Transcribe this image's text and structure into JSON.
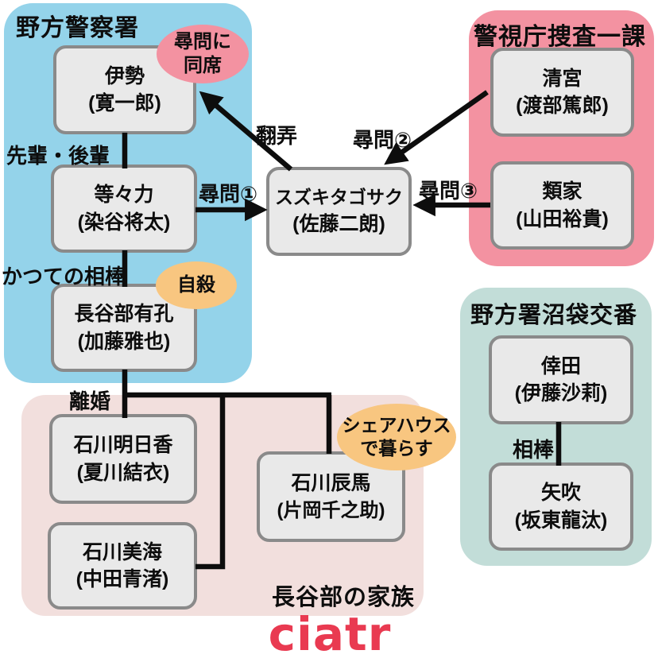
{
  "groups": {
    "nogata_police": {
      "title": "野方警察署",
      "color": "#94d3ea"
    },
    "mpd_investigation_div1": {
      "title": "警視庁捜査一課",
      "color": "#f392a1"
    },
    "numabukuro_koban": {
      "title": "野方署沼袋交番",
      "color": "#c2ddd8"
    },
    "hasebe_family": {
      "title": "長谷部の家族",
      "color": "#f2dfdd"
    }
  },
  "characters": {
    "ise": {
      "name": "伊勢",
      "actor": "(寛一郎)"
    },
    "todoroki": {
      "name": "等々力",
      "actor": "(染谷将太)"
    },
    "hasebe": {
      "name": "長谷部有孔",
      "actor": "(加藤雅也)"
    },
    "suzuki": {
      "name": "スズキタゴサク",
      "actor": "(佐藤二朗)"
    },
    "kiyomiya": {
      "name": "清宮",
      "actor": "(渡部篤郎)"
    },
    "ruike": {
      "name": "類家",
      "actor": "(山田裕貴)"
    },
    "kouda": {
      "name": "倖田",
      "actor": "(伊藤沙莉)"
    },
    "yabuki": {
      "name": "矢吹",
      "actor": "(坂東龍汰)"
    },
    "ishikawa_asuka": {
      "name": "石川明日香",
      "actor": "(夏川結衣)"
    },
    "ishikawa_miumi": {
      "name": "石川美海",
      "actor": "(中田青渚)"
    },
    "ishikawa_tatsuma": {
      "name": "石川辰馬",
      "actor": "(片岡千之助)"
    }
  },
  "badges": {
    "sit_in_interrogation": {
      "line1": "尋問に",
      "line2": "同席",
      "color": "#f392a1"
    },
    "suicide": {
      "text": "自殺",
      "color": "#f8c680"
    },
    "sharehouse": {
      "line1": "シェアハウス",
      "line2": "で暮らす",
      "color": "#f8c680"
    }
  },
  "relation_labels": {
    "senpai_kohai": "先輩・後輩",
    "katsute_aibou": "かつての相棒",
    "rikon": "離婚",
    "honrou": "翻弄",
    "jinmon1": "尋問①",
    "jinmon2": "尋問②",
    "jinmon3": "尋問③",
    "aibou": "相棒"
  },
  "footer": {
    "logo_text": "ciatr",
    "logo_color": "#e93a51"
  }
}
